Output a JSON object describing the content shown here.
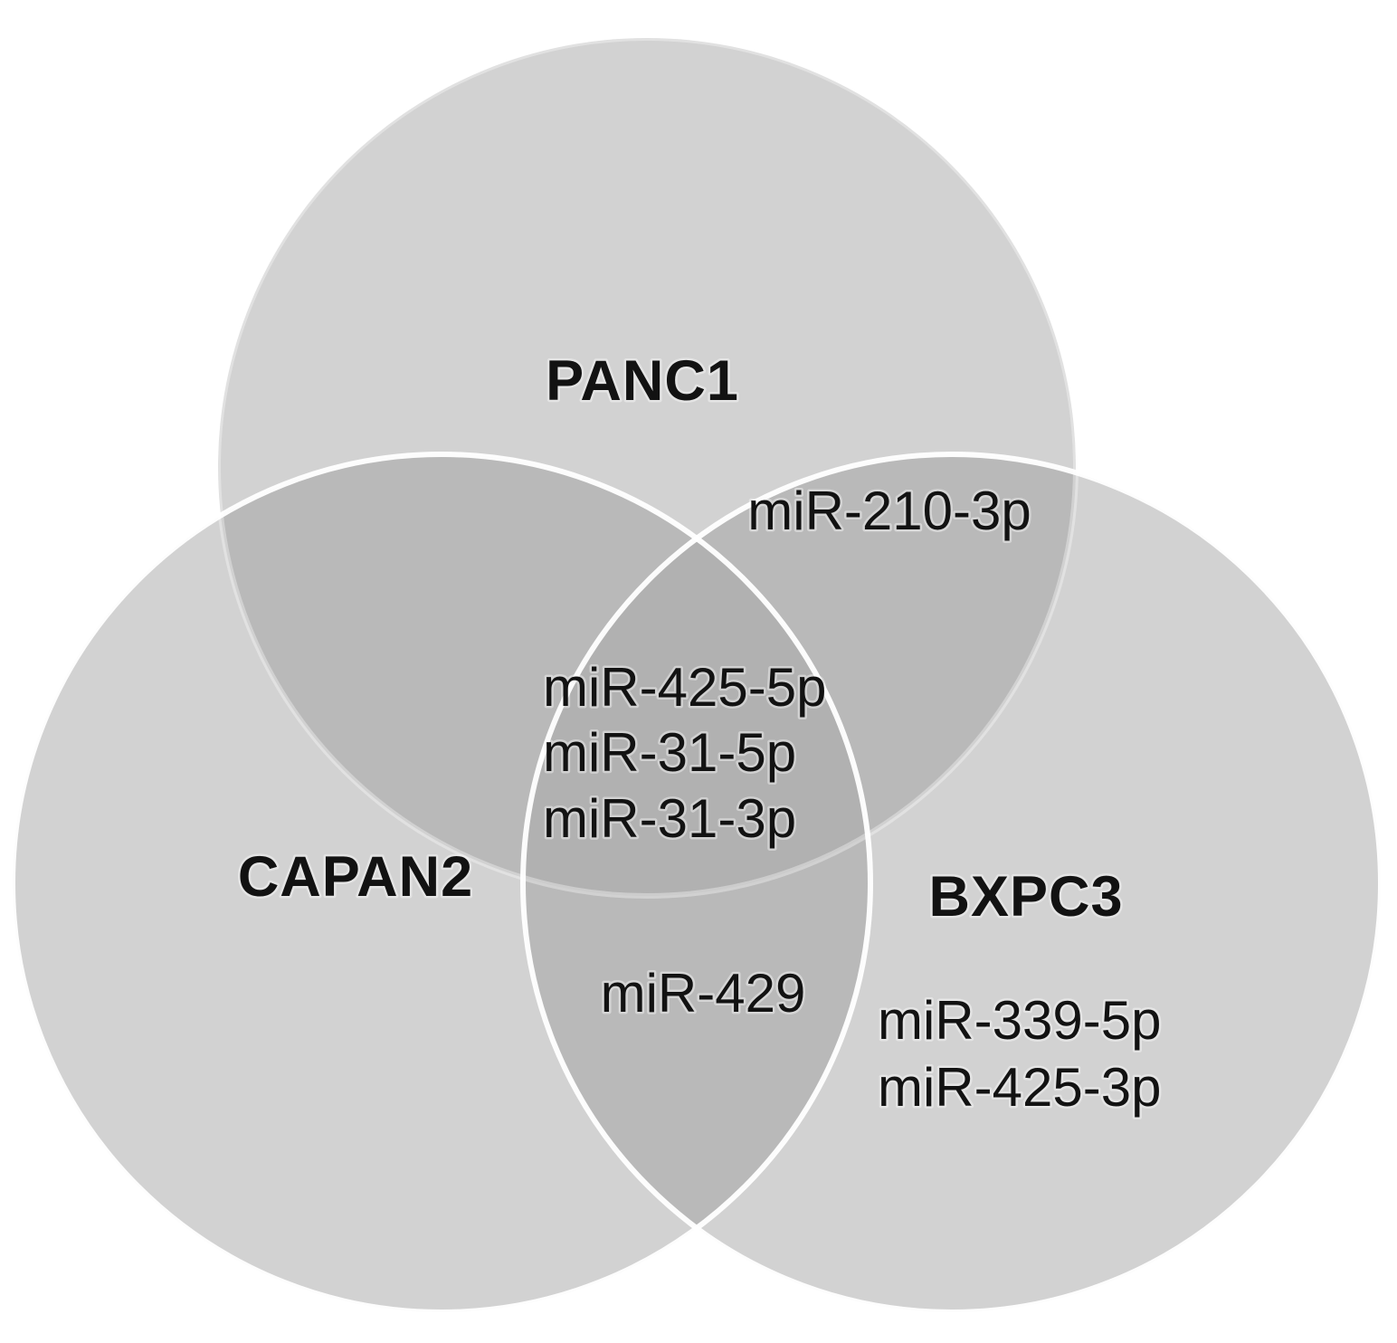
{
  "figure": {
    "type": "venn-diagram",
    "description": "Three-set Venn diagram of shared miRNAs across pancreatic cancer cell lines",
    "background_color": "#ffffff",
    "colors": {
      "circle_fill": "#d2d2d2",
      "overlap_two": "#b9b9b9",
      "overlap_three": "#b1b1b1",
      "circle_outline": "#ffffff",
      "text": "#121212"
    },
    "sets": [
      {
        "id": "panc1",
        "label": "PANC1"
      },
      {
        "id": "capan2",
        "label": "CAPAN2"
      },
      {
        "id": "bxpc3",
        "label": "BXPC3"
      }
    ],
    "regions": [
      {
        "sets": [
          "PANC1",
          "BXPC3"
        ],
        "items": [
          "miR-210-3p"
        ]
      },
      {
        "sets": [
          "PANC1",
          "CAPAN2",
          "BXPC3"
        ],
        "items": [
          "miR-425-5p",
          "miR-31-5p",
          "miR-31-3p"
        ]
      },
      {
        "sets": [
          "CAPAN2",
          "BXPC3"
        ],
        "items": [
          "miR-429"
        ]
      },
      {
        "sets": [
          "BXPC3"
        ],
        "items": [
          "miR-339-5p",
          "miR-425-3p"
        ]
      }
    ]
  }
}
